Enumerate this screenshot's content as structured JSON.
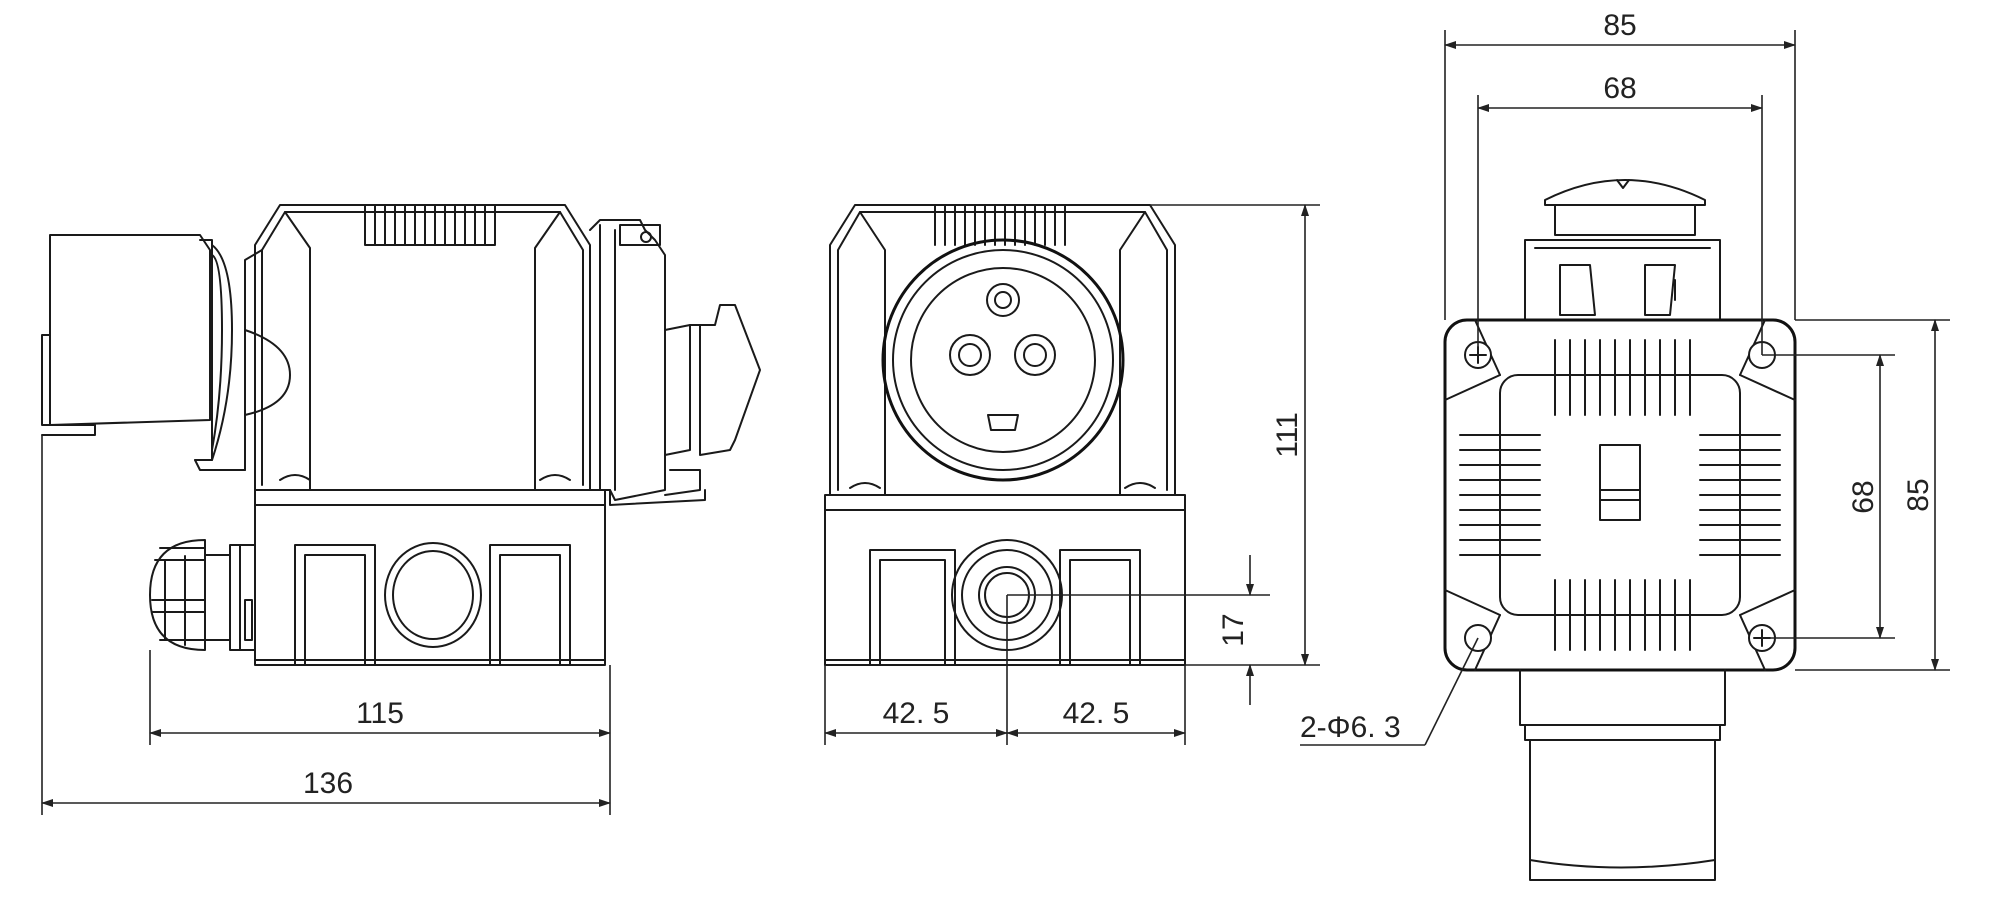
{
  "side_view": {
    "dim_overall_width": "136",
    "dim_box_width": "115"
  },
  "front_view": {
    "dim_height": "111",
    "dim_entry_height": "17",
    "dim_left_half": "42. 5",
    "dim_right_half": "42. 5"
  },
  "top_view": {
    "dim_outer_width": "85",
    "dim_hole_spacing_width": "68",
    "dim_outer_height": "85",
    "dim_hole_spacing_height": "68",
    "dim_holes": "2-Φ6. 3"
  },
  "colors": {
    "line": "#1a1a1a",
    "background": "#ffffff"
  }
}
